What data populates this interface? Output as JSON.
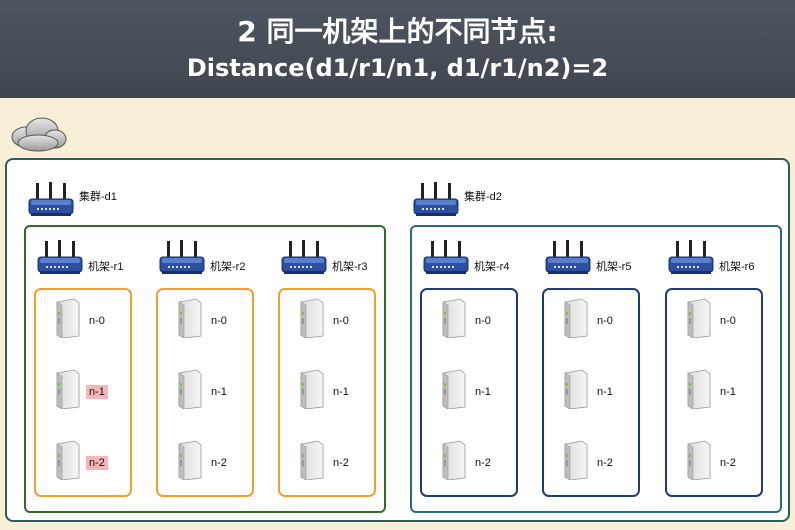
{
  "title_line1": "2 同一机架上的不同节点:",
  "title_line2": "Distance(d1/r1/n1, d1/r1/n2)=2",
  "clusters": [
    {
      "label": "集群-d1",
      "border": "#2f6b2a",
      "racks": [
        {
          "label": "机架-r1",
          "border": "#f0a030",
          "nodes": [
            {
              "label": "n-0",
              "hl": false
            },
            {
              "label": "n-1",
              "hl": true
            },
            {
              "label": "n-2",
              "hl": true
            }
          ]
        },
        {
          "label": "机架-r2",
          "border": "#f0a030",
          "nodes": [
            {
              "label": "n-0",
              "hl": false
            },
            {
              "label": "n-1",
              "hl": false
            },
            {
              "label": "n-2",
              "hl": false
            }
          ]
        },
        {
          "label": "机架-r3",
          "border": "#f0a030",
          "nodes": [
            {
              "label": "n-0",
              "hl": false
            },
            {
              "label": "n-1",
              "hl": false
            },
            {
              "label": "n-2",
              "hl": false
            }
          ]
        }
      ]
    },
    {
      "label": "集群-d2",
      "border": "#2e6b76",
      "racks": [
        {
          "label": "机架-r4",
          "border": "#1f3d6e",
          "nodes": [
            {
              "label": "n-0",
              "hl": false
            },
            {
              "label": "n-1",
              "hl": false
            },
            {
              "label": "n-2",
              "hl": false
            }
          ]
        },
        {
          "label": "机架-r5",
          "border": "#1f3d6e",
          "nodes": [
            {
              "label": "n-0",
              "hl": false
            },
            {
              "label": "n-1",
              "hl": false
            },
            {
              "label": "n-2",
              "hl": false
            }
          ]
        },
        {
          "label": "机架-r6",
          "border": "#1f3d6e",
          "nodes": [
            {
              "label": "n-0",
              "hl": false
            },
            {
              "label": "n-1",
              "hl": false
            },
            {
              "label": "n-2",
              "hl": false
            }
          ]
        }
      ]
    }
  ],
  "icons": {
    "cloud": "cloud-icon",
    "router": "router-icon",
    "server": "server-icon"
  },
  "colors": {
    "header": "#474e58",
    "background": "#f7efd6",
    "highlight": "#f4b6b6"
  }
}
